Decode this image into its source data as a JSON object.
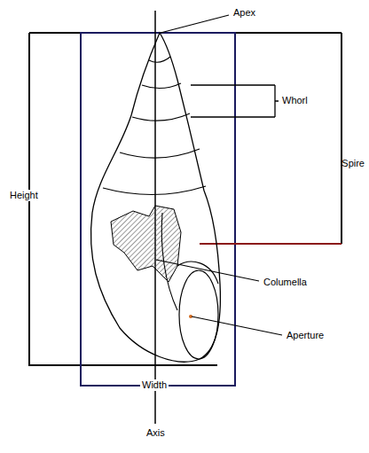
{
  "diagram": {
    "labels": [
      "Apex",
      "Whorl",
      "Spire",
      "Height",
      "Columella",
      "Aperture",
      "Width",
      "Axis"
    ]
  }
}
